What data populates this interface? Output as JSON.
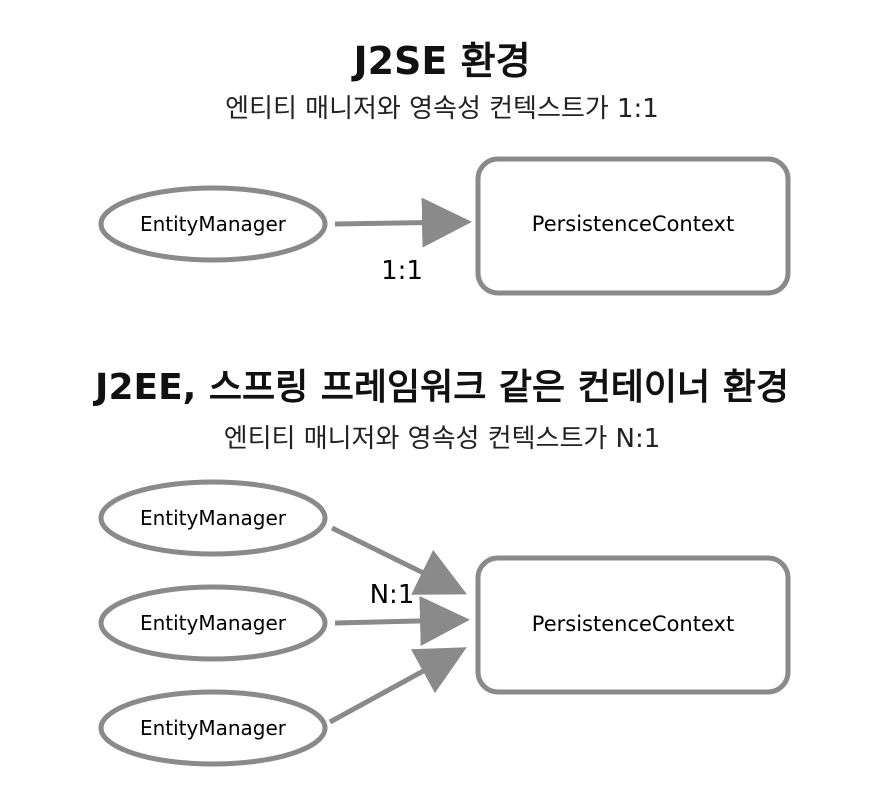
{
  "section1": {
    "title": "J2SE 환경",
    "subtitle": "엔티티 매니저와 영속성 컨텍스트가 1:1",
    "manager_label": "EntityManager",
    "context_label": "PersistenceContext",
    "ratio": "1:1"
  },
  "section2": {
    "title": "J2EE, 스프링 프레임워크 같은 컨테이너 환경",
    "subtitle": "엔티티 매니저와 영속성 컨텍스트가 N:1",
    "managers": [
      "EntityManager",
      "EntityManager",
      "EntityManager"
    ],
    "context_label": "PersistenceContext",
    "ratio": "N:1"
  },
  "colors": {
    "stroke": "#8a8a8a",
    "text": "#111111"
  }
}
